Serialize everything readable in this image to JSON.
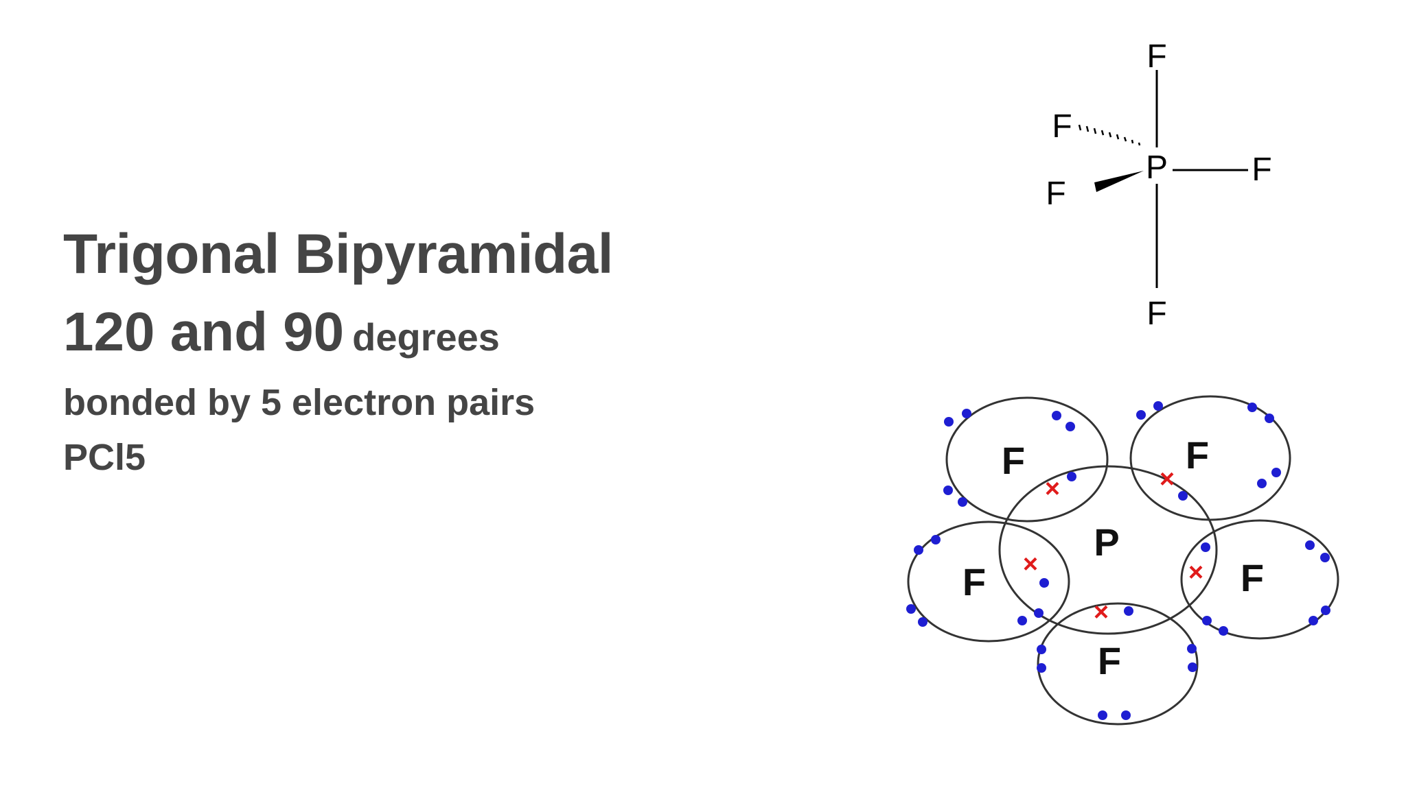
{
  "text": {
    "title": "Trigonal Bipyramidal",
    "angle_value": "120 and 90",
    "angle_unit": "degrees",
    "pairs": "bonded by 5 electron pairs",
    "formula": "PCl5"
  },
  "structure": {
    "center": "P",
    "top": "F",
    "bottom": "F",
    "right": "F",
    "back_left": "F",
    "front_left": "F"
  },
  "dot_diagram": {
    "center": "P",
    "outer": [
      "F",
      "F",
      "F",
      "F",
      "F"
    ],
    "shared_marker": "×",
    "colors": {
      "dot": "#1e1ed2",
      "cross": "#e01b1b",
      "shell": "#333333"
    }
  }
}
